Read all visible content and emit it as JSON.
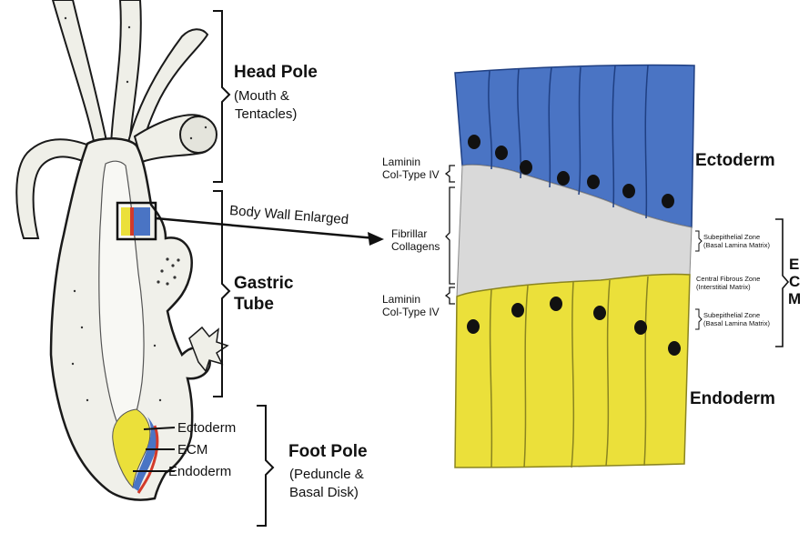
{
  "head_pole": {
    "title": "Head Pole",
    "desc_line1": "(Mouth &",
    "desc_line2": "Tentacles)"
  },
  "gastric_tube": {
    "line1": "Gastric",
    "line2": "Tube"
  },
  "foot_pole": {
    "title": "Foot Pole",
    "desc_line1": "(Peduncle &",
    "desc_line2": "Basal Disk)"
  },
  "inset_labels": {
    "ectoderm": "Ectoderm",
    "ecm": "ECM",
    "endoderm": "Endoderm"
  },
  "callout": "Body Wall Enlarged",
  "left_labels": {
    "laminin_top_1": "Laminin",
    "laminin_top_2": "Col-Type IV",
    "fibrillar_1": "Fibrillar",
    "fibrillar_2": "Collagens",
    "laminin_bottom_1": "Laminin",
    "laminin_bottom_2": "Col-Type IV"
  },
  "right_labels": {
    "ectoderm": "Ectoderm",
    "endoderm": "Endoderm",
    "zone_top_1": "Subepithelial Zone",
    "zone_top_2": "(Basal Lamina Matrix)",
    "zone_mid_1": "Central Fibrous Zone",
    "zone_mid_2": "(Interstitial Matrix)",
    "zone_bot_1": "Subepithelial Zone",
    "zone_bot_2": "(Basal Lamina Matrix)",
    "ecm_letters": [
      "E",
      "C",
      "M"
    ]
  },
  "colors": {
    "ectoderm": "#4a74c4",
    "endoderm": "#ebe03a",
    "ecm": "#d9d9d9",
    "body_fill": "#f1f1ec",
    "outline": "#1a1a1a",
    "stripe": "#d23a2a"
  }
}
